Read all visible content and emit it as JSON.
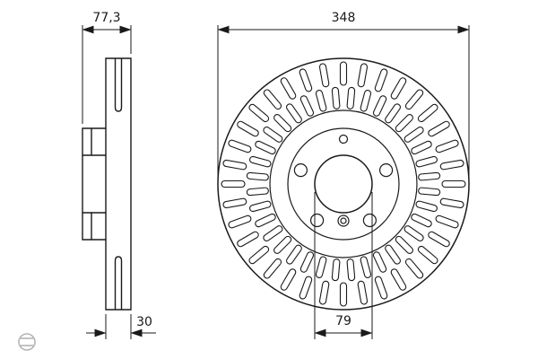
{
  "dimensions": {
    "side_total_width": "77,3",
    "outer_diameter": "348",
    "disc_thickness": "30",
    "center_bore": "79"
  },
  "front_view": {
    "vent_slots": {
      "outer_count": 36,
      "inner_count": 36
    },
    "bolt_hole_count": 5
  },
  "icons": {
    "logo_mark": "manufacturer-logo-icon"
  },
  "colors": {
    "line": "#1a1a1a",
    "background": "#ffffff",
    "logo_gray": "#b4b4b4"
  }
}
